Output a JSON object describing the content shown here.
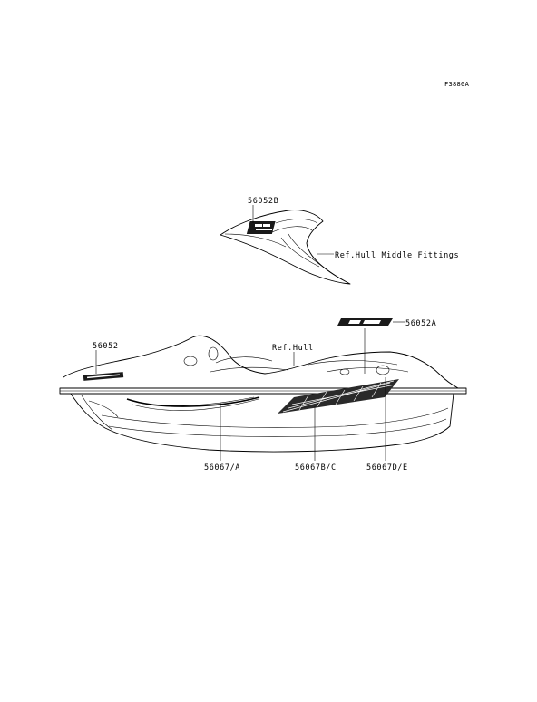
{
  "figure_code": "F3880A",
  "labels": {
    "decal_56052b": "56052B",
    "ref_hull_middle_fittings": "Ref.Hull Middle Fittings",
    "decal_56052a": "56052A",
    "decal_56052": "56052",
    "ref_hull": "Ref.Hull",
    "decal_56067a": "56067/A",
    "decal_56067bc": "56067B/C",
    "decal_56067de": "56067D/E"
  }
}
